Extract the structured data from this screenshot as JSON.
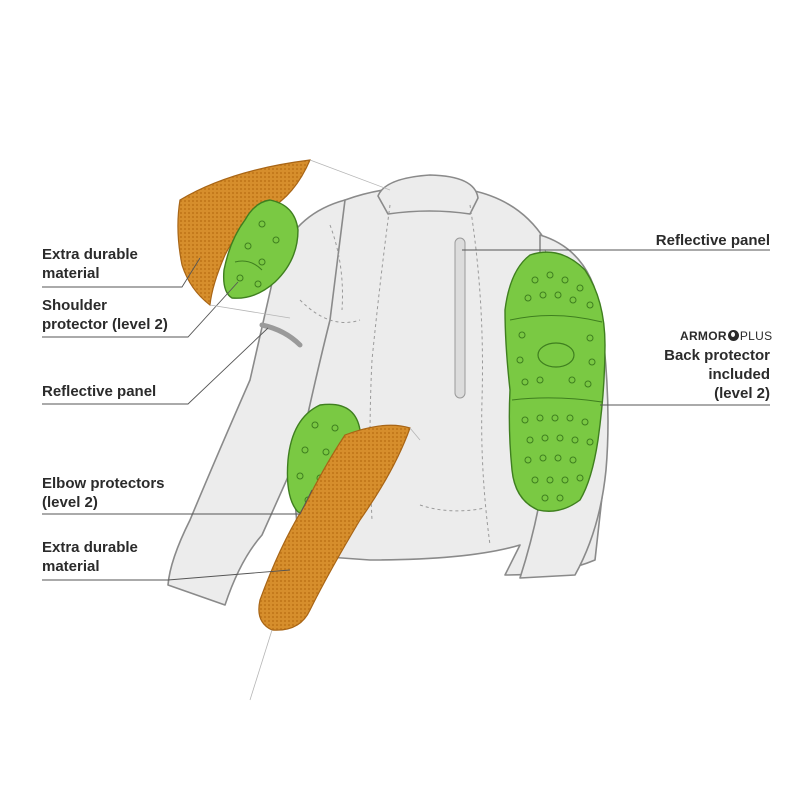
{
  "callouts": {
    "extra_durable_top": [
      "Extra durable",
      "material"
    ],
    "shoulder_protector": [
      "Shoulder",
      "protector (level 2)"
    ],
    "reflective_left": [
      "Reflective panel"
    ],
    "elbow_protectors": [
      "Elbow protectors",
      "(level 2)"
    ],
    "extra_durable_bottom": [
      "Extra durable",
      "material"
    ],
    "reflective_right": [
      "Reflective panel"
    ],
    "back_protector": [
      "Back protector",
      "included",
      "(level 2)"
    ]
  },
  "brand": {
    "armor": "ARMOR",
    "plus": "PLUS"
  },
  "colors": {
    "jacket_fill": "#ececec",
    "jacket_stroke": "#8a8a8a",
    "protector_green": "#7ac943",
    "protector_stroke": "#3f7f1f",
    "durable_orange": "#d68e2c",
    "leader_line": "#555555",
    "text": "#2b2b2b"
  }
}
